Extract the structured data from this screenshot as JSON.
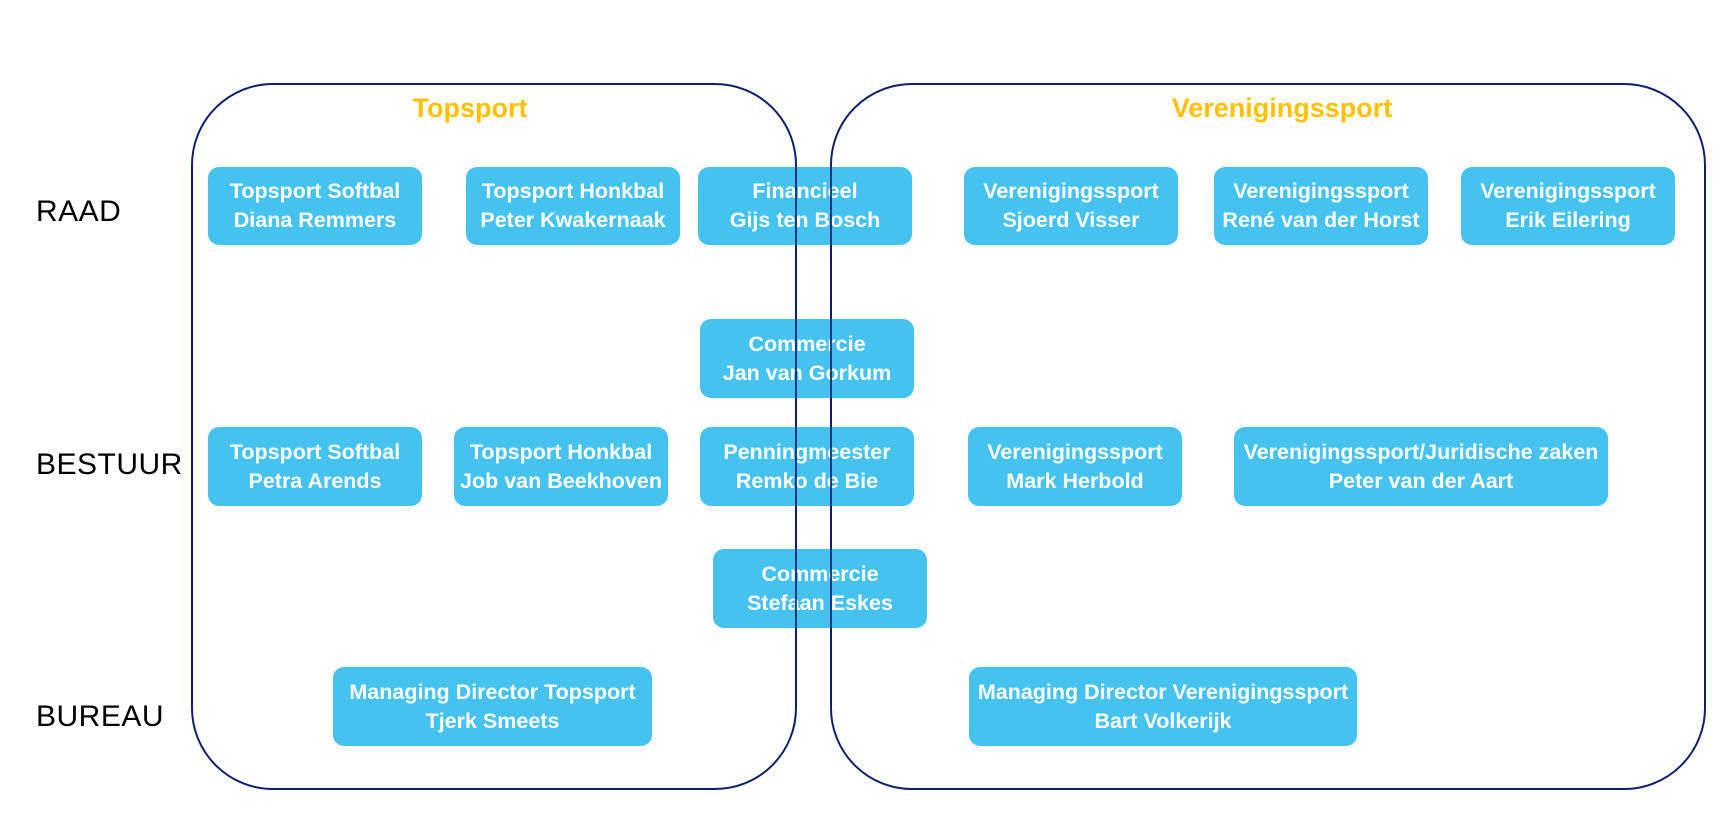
{
  "groups": {
    "topsport": {
      "title": "Topsport"
    },
    "verenigingssport": {
      "title": "Verenigingssport"
    }
  },
  "rows": {
    "raad": "RAAD",
    "bestuur": "BESTUUR",
    "bureau": "BUREAU"
  },
  "boxes": {
    "raad_softbal": {
      "line1": "Topsport Softbal",
      "line2": "Diana Remmers"
    },
    "raad_honkbal": {
      "line1": "Topsport Honkbal",
      "line2": "Peter Kwakernaak"
    },
    "raad_financieel": {
      "line1": "Financieel",
      "line2": "Gijs ten Bosch"
    },
    "raad_vs_1": {
      "line1": "Verenigingssport",
      "line2": "Sjoerd Visser"
    },
    "raad_vs_2": {
      "line1": "Verenigingssport",
      "line2": "René van der Horst"
    },
    "raad_vs_3": {
      "line1": "Verenigingssport",
      "line2": "Erik Eilering"
    },
    "commercie_1": {
      "line1": "Commercie",
      "line2": "Jan van Gorkum"
    },
    "bestuur_softbal": {
      "line1": "Topsport Softbal",
      "line2": "Petra Arends"
    },
    "bestuur_honkbal": {
      "line1": "Topsport Honkbal",
      "line2": "Job van Beekhoven"
    },
    "bestuur_penningmeester": {
      "line1": "Penningmeester",
      "line2": "Remko de Bie"
    },
    "bestuur_vs_1": {
      "line1": "Verenigingssport",
      "line2": "Mark Herbold"
    },
    "bestuur_vs_2": {
      "line1": "Verenigingssport/Juridische zaken",
      "line2": "Peter van der Aart"
    },
    "commercie_2": {
      "line1": "Commercie",
      "line2": "Stefaan Eskes"
    },
    "bureau_topsport": {
      "line1": "Managing Director Topsport",
      "line2": "Tjerk Smeets"
    },
    "bureau_vs": {
      "line1": "Managing Director Verenigingssport",
      "line2": "Bart Volkerijk"
    }
  },
  "colors": {
    "box_fill": "#46c2ef",
    "box_text": "#ffffff",
    "group_border": "#0e1f6b",
    "group_title": "#ffc000"
  }
}
